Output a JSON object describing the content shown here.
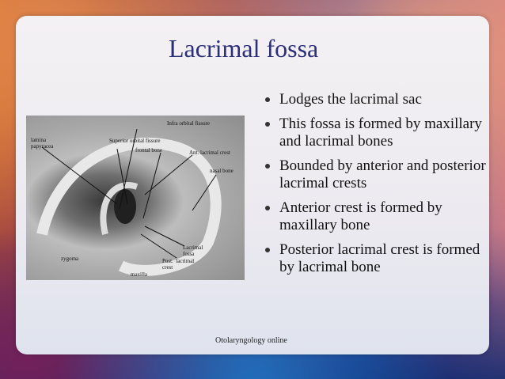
{
  "slide": {
    "title": "Lacrimal fossa",
    "bullets": [
      "Lodges the lacrimal sac",
      "This fossa is formed by maxillary and lacrimal bones",
      "Bounded by anterior and posterior lacrimal crests",
      "Anterior crest is formed by maxillary bone",
      "Posterior lacrimal crest is formed by lacrimal bone"
    ],
    "footer": "Otolaryngology online"
  },
  "figure_labels": {
    "infra_orbital_fissure": "Infra orbital fissure",
    "lamina_papyracea": "lamina\npapyracea",
    "superior_orbital_fissure": "Superior orbital fissure",
    "frontal_bone": "frontal bone",
    "ant_lacrimal_crest": "Ant. lacrimal crest",
    "nasal_bone": "nasal bone",
    "lacrimal_fossa": "Lacrimal\nfossa",
    "zygoma": "zygoma",
    "post_lacrimal_crest": "Post.  lacrimal\ncrest",
    "maxilla": "maxilla"
  }
}
